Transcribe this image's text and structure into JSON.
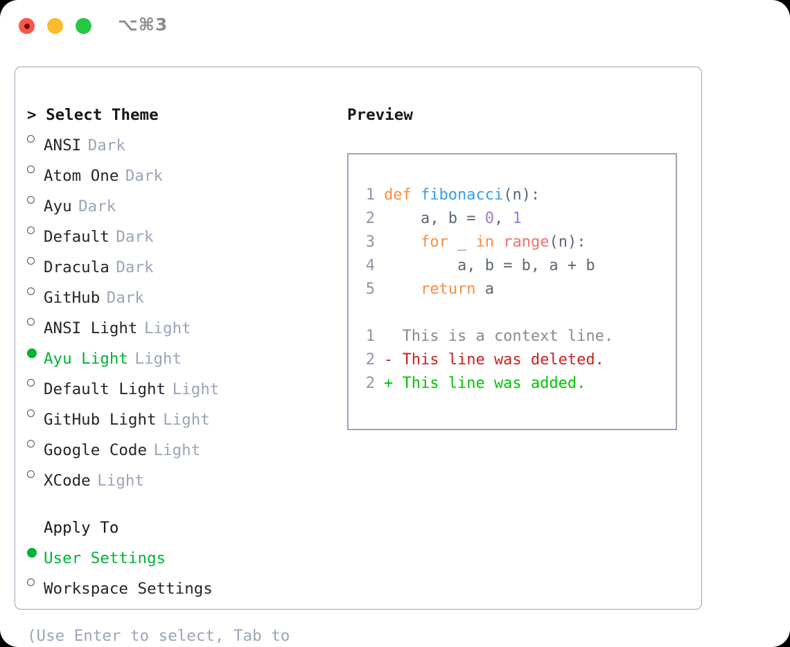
{
  "titlebar": {
    "shortcut": "⌥⌘3",
    "buttons": [
      {
        "name": "close",
        "color": "#fb544b"
      },
      {
        "name": "minimize",
        "color": "#fcbb2d"
      },
      {
        "name": "maximize",
        "color": "#28c840"
      }
    ]
  },
  "theme_section": {
    "header": "> Select Theme",
    "options": [
      {
        "marker": "ring",
        "name": "ANSI",
        "kind": "Dark",
        "selected": false
      },
      {
        "marker": "ring",
        "name": "Atom One",
        "kind": "Dark",
        "selected": false
      },
      {
        "marker": "ring",
        "name": "Ayu",
        "kind": "Dark",
        "selected": false
      },
      {
        "marker": "ring",
        "name": "Default",
        "kind": "Dark",
        "selected": false
      },
      {
        "marker": "ring",
        "name": "Dracula",
        "kind": "Dark",
        "selected": false
      },
      {
        "marker": "ring",
        "name": "GitHub",
        "kind": "Dark",
        "selected": false
      },
      {
        "marker": "ring",
        "name": "ANSI Light",
        "kind": "Light",
        "selected": false
      },
      {
        "marker": "fill",
        "name": "Ayu Light",
        "kind": "Light",
        "selected": true
      },
      {
        "marker": "ring",
        "name": "Default Light",
        "kind": "Light",
        "selected": false
      },
      {
        "marker": "ring",
        "name": "GitHub Light",
        "kind": "Light",
        "selected": false
      },
      {
        "marker": "ring",
        "name": "Google Code",
        "kind": "Light",
        "selected": false
      },
      {
        "marker": "ring",
        "name": "XCode",
        "kind": "Light",
        "selected": false
      }
    ]
  },
  "apply_section": {
    "header": "Apply To",
    "options": [
      {
        "marker": "fill",
        "name": "User Settings",
        "selected": true
      },
      {
        "marker": "ring",
        "name": "Workspace Settings",
        "selected": false
      }
    ]
  },
  "help_text": "(Use Enter to select, Tab to change focus)",
  "preview": {
    "title": "Preview",
    "code_lines": [
      {
        "number": "1",
        "tokens": [
          {
            "text": "def ",
            "cls": "t-kw"
          },
          {
            "text": "fibonacci",
            "cls": "t-fn"
          },
          {
            "text": "(n):",
            "cls": "t-pl"
          }
        ]
      },
      {
        "number": "2",
        "tokens": [
          {
            "text": "    a, b = ",
            "cls": "t-pl"
          },
          {
            "text": "0",
            "cls": "t-num"
          },
          {
            "text": ", ",
            "cls": "t-pl"
          },
          {
            "text": "1",
            "cls": "t-num"
          }
        ]
      },
      {
        "number": "3",
        "tokens": [
          {
            "text": "    ",
            "cls": "t-pl"
          },
          {
            "text": "for",
            "cls": "t-kw"
          },
          {
            "text": " _ ",
            "cls": "t-pl"
          },
          {
            "text": "in",
            "cls": "t-kw"
          },
          {
            "text": " ",
            "cls": "t-pl"
          },
          {
            "text": "range",
            "cls": "t-bi"
          },
          {
            "text": "(n):",
            "cls": "t-pl"
          }
        ]
      },
      {
        "number": "4",
        "tokens": [
          {
            "text": "        a, b = b, a + b",
            "cls": "t-pl"
          }
        ]
      },
      {
        "number": "5",
        "tokens": [
          {
            "text": "    ",
            "cls": "t-pl"
          },
          {
            "text": "return",
            "cls": "t-kw"
          },
          {
            "text": " a",
            "cls": "t-pl"
          }
        ]
      }
    ],
    "diff_lines": [
      {
        "number": "1",
        "tokens": [
          {
            "text": "  This is a context line.",
            "cls": "t-ctx"
          }
        ]
      },
      {
        "number": "2",
        "tokens": [
          {
            "text": "- This line was deleted.",
            "cls": "t-del"
          }
        ]
      },
      {
        "number": "2",
        "tokens": [
          {
            "text": "+ This line was added.",
            "cls": "t-add"
          }
        ]
      }
    ]
  },
  "colors": {
    "accent_green": "#00b336",
    "muted": "#9aa5b8",
    "keyword": "#fa8d3e",
    "function": "#399ee6",
    "number": "#a37acc",
    "builtin": "#f07171",
    "plain": "#5c6773",
    "diff_removed": "#cc1f1f",
    "diff_added": "#00c400",
    "border": "#9aa5b8"
  }
}
